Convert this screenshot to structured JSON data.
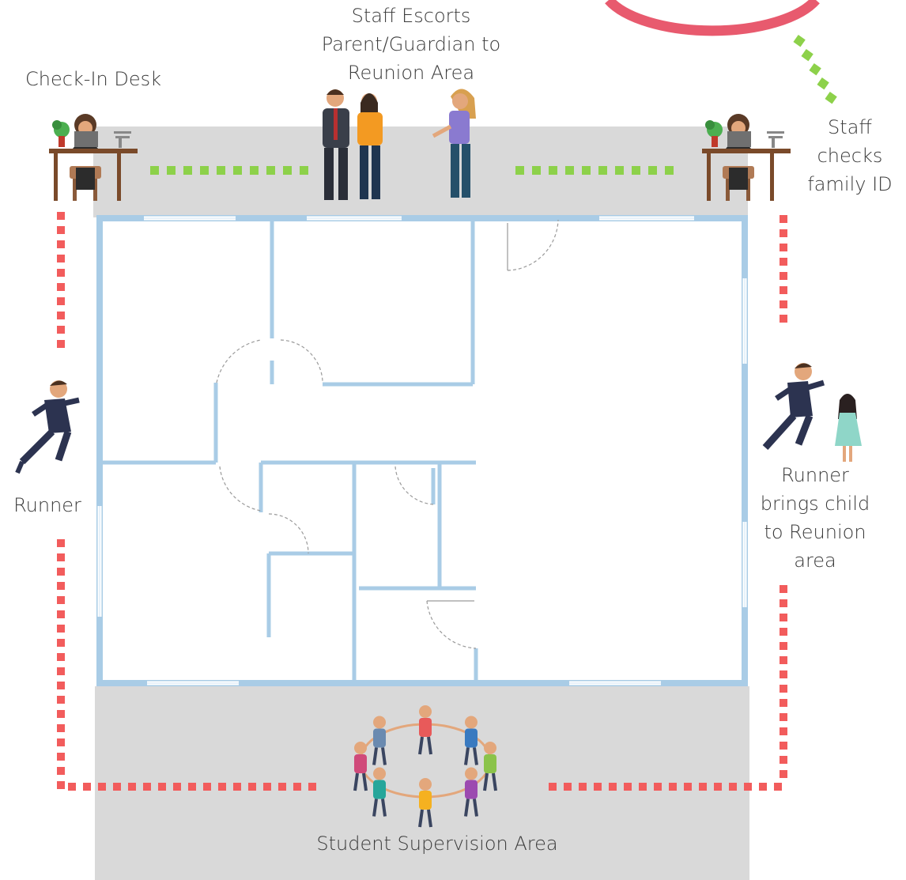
{
  "labels": {
    "check_in_desk": "Check-In Desk",
    "staff_escorts": [
      "Staff Escorts",
      "Parent/Guardian to",
      "Reunion Area"
    ],
    "staff_checks": [
      "Staff",
      "checks",
      "family ID"
    ],
    "runner": "Runner",
    "runner_brings": [
      "Runner",
      "brings child",
      "to Reunion",
      "area"
    ],
    "student_area": "Student Supervision Area"
  },
  "colors": {
    "zone_gray": "#d9d9d9",
    "wall_blue": "#a9cce6",
    "wall_light": "#d3e6f3",
    "green_path": "#8dd14a",
    "red_path": "#f25c5c",
    "circle_pink": "#e85a6e",
    "figure_dark": "#2c3350",
    "skin": "#e3a77c"
  },
  "icons": [
    "check-in-desk-icon",
    "staff-person-icon",
    "parent-couple-icon",
    "runner-icon",
    "child-icon",
    "children-circle-icon"
  ]
}
